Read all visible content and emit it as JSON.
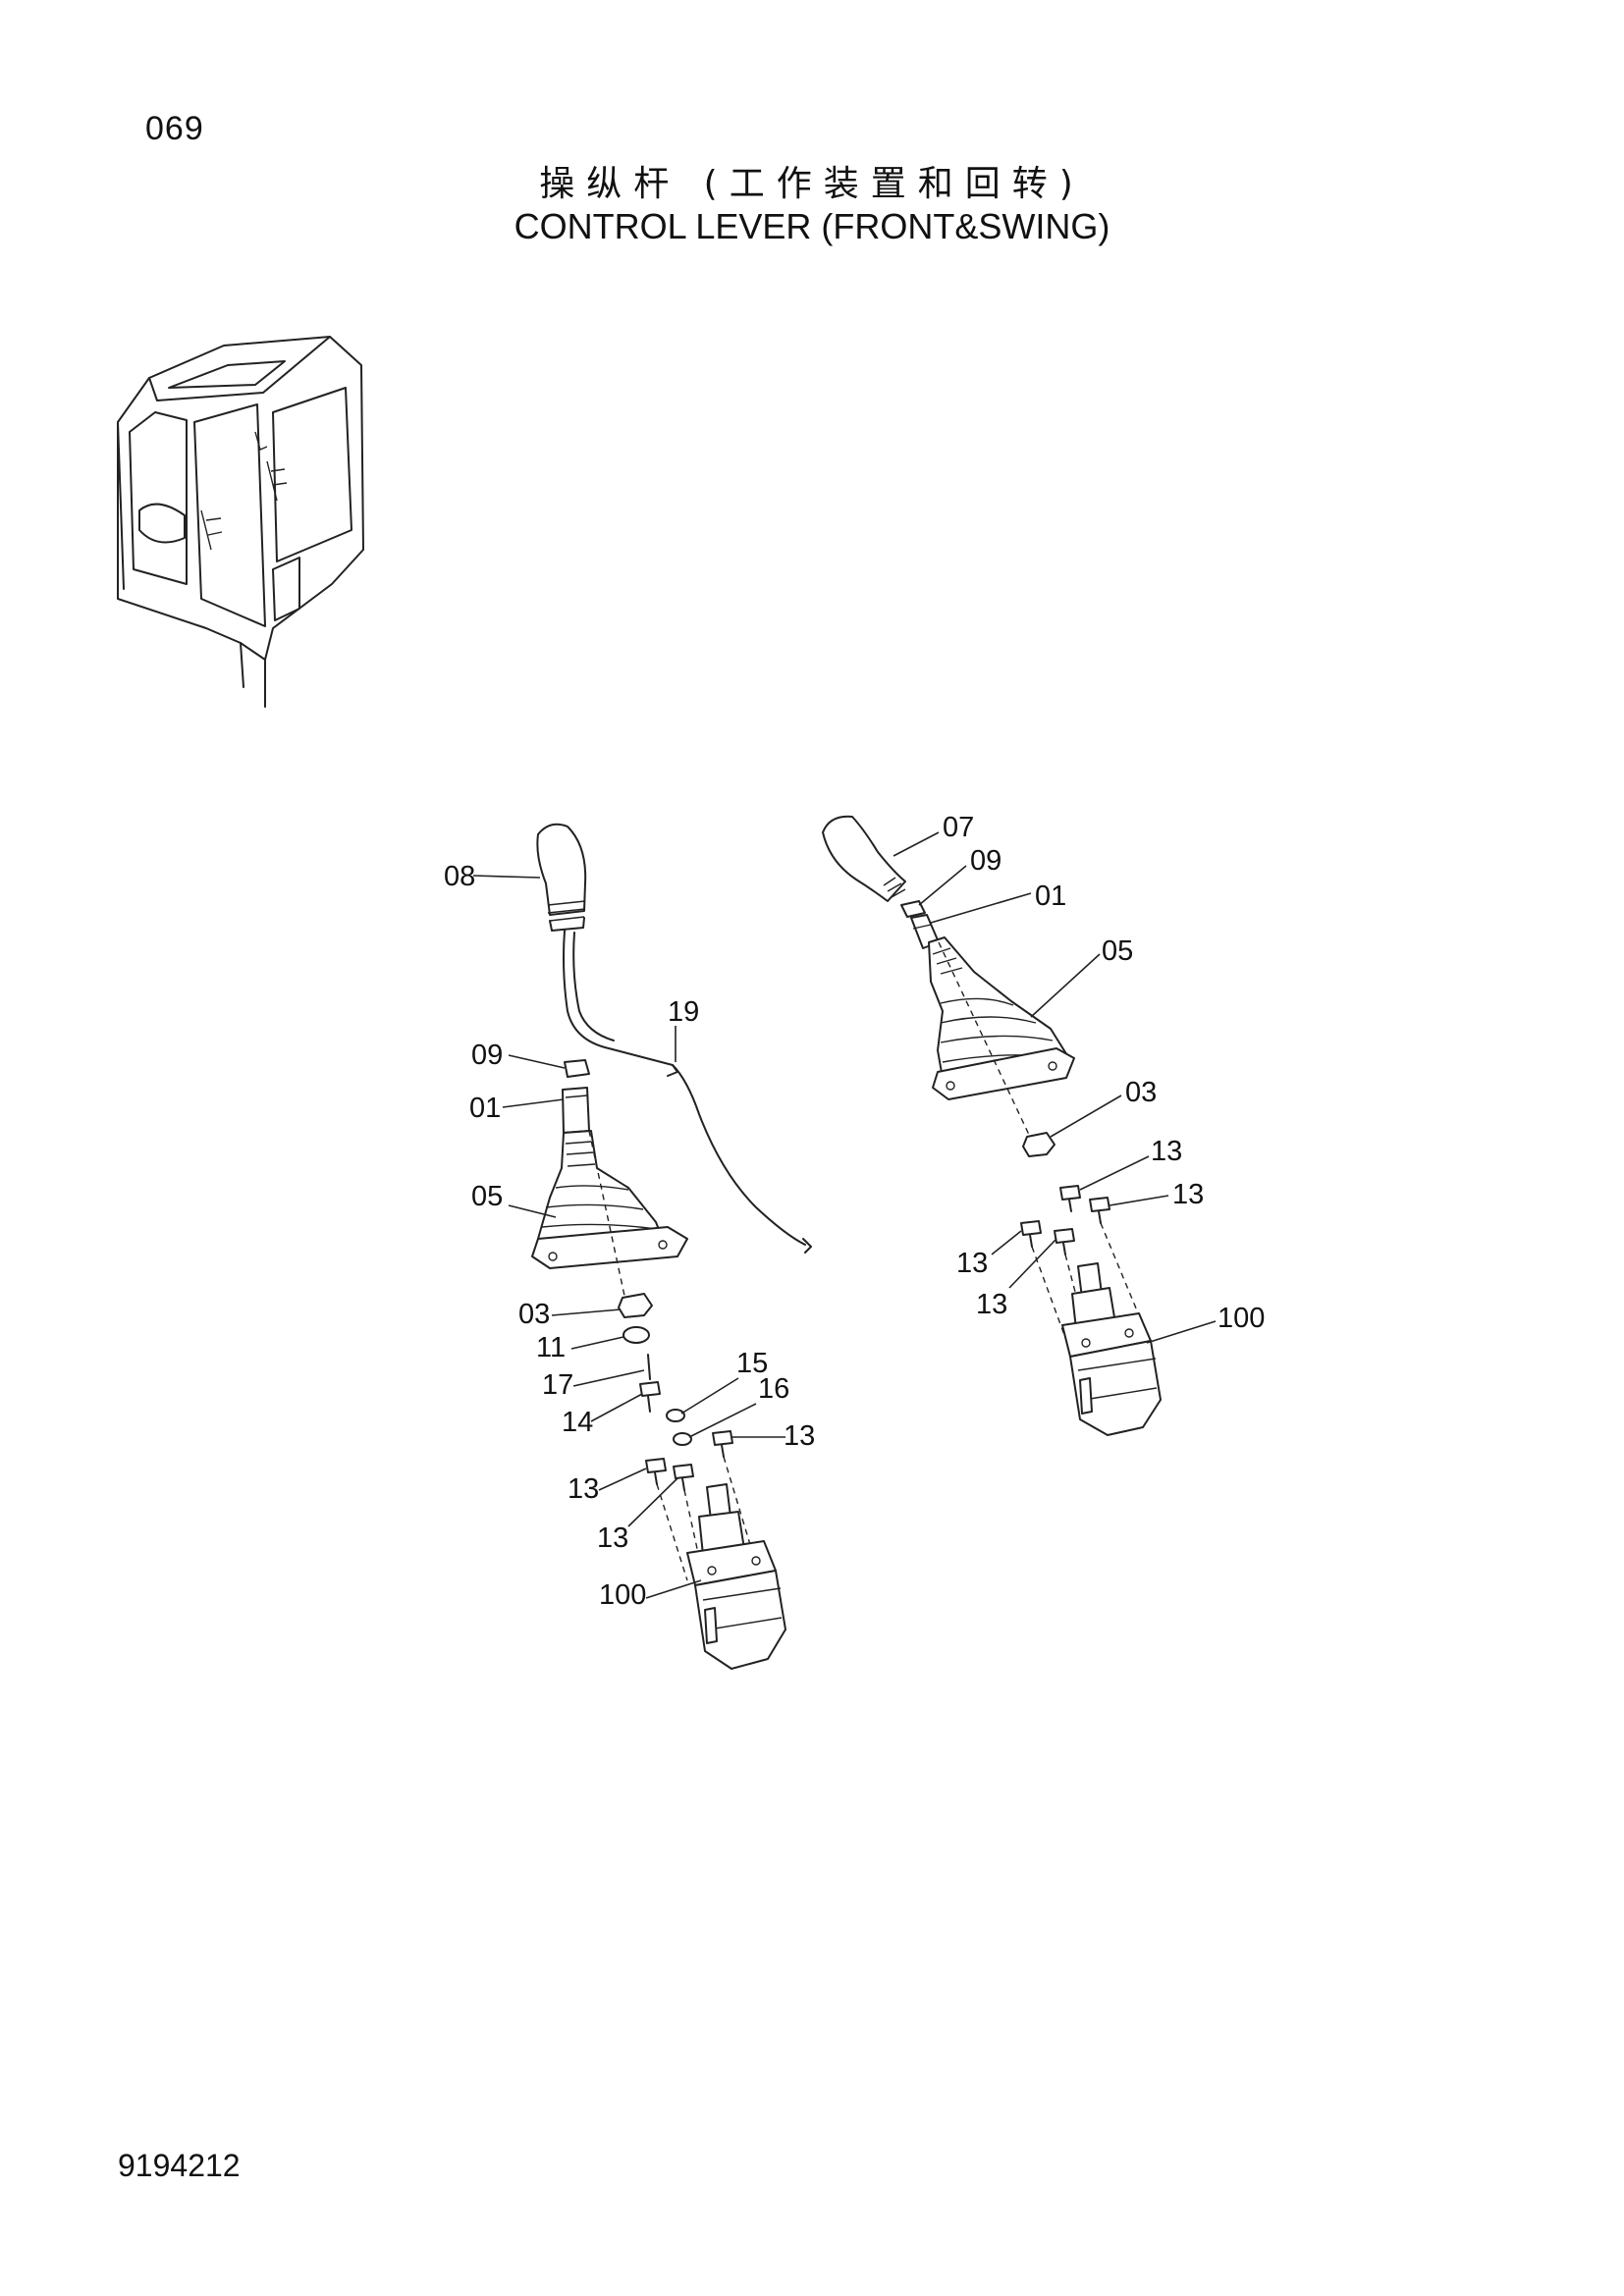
{
  "header": {
    "page_number": "069",
    "title_cn": "操纵杆 (工作装置和回转)",
    "title_en": "CONTROL LEVER (FRONT&SWING)"
  },
  "footer": {
    "doc_code": "9194212"
  },
  "callouts": {
    "left": {
      "c08": "08",
      "c19": "19",
      "c09": "09",
      "c01": "01",
      "c05": "05",
      "c03": "03",
      "c11": "11",
      "c17": "17",
      "c14": "14",
      "c15": "15",
      "c16": "16",
      "c13a": "13",
      "c13b": "13",
      "c13c": "13",
      "c100": "100"
    },
    "right": {
      "c07": "07",
      "c09": "09",
      "c01": "01",
      "c05": "05",
      "c03": "03",
      "c13a": "13",
      "c13b": "13",
      "c13c": "13",
      "c13d": "13",
      "c100": "100"
    }
  }
}
